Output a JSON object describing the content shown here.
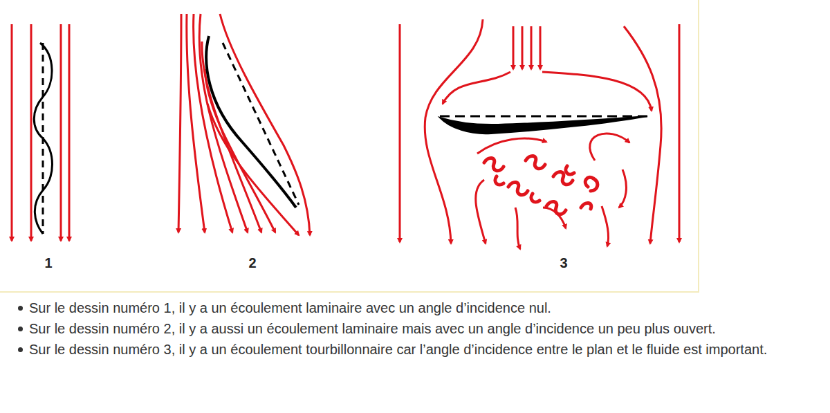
{
  "diagram": {
    "labels": [
      "1",
      "2",
      "3",
      "Sur le dessin numéro 1, il y a un écoulement laminaire avec un angle d’incidence nul.",
      "Sur le dessin numéro 2, il y a aussi un écoulement laminaire mais avec un angle d’incidence un peu plus ouvert.",
      "Sur le dessin numéro 3, il y a un écoulement tourbillonnaire car l’angle d’incidence entre le plan et le fluide est important."
    ]
  }
}
